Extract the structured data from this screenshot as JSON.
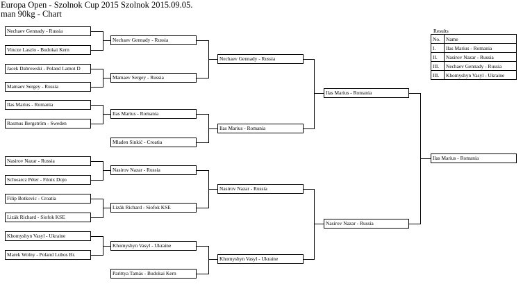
{
  "header": {
    "line1": "Europa Open - Szolnok Cup 2015 Szolnok 2015.09.05.",
    "line2": "man 90kg - Chart"
  },
  "round1": [
    "Nechaev Gennady - Russia",
    "Vincze Laszlo - Budokai Kern",
    "Jacek Dabrowski - Poland Lamot D",
    "Mamaev Sergey - Russia",
    "Ilas Marius - Romania",
    "Rasmus Bergström - Sweden",
    "Nasirov Nazar - Russia",
    "Schwarcz Péter - Fönix Dojo",
    "Filip Botkovic - Croatia",
    "Lizák Richard - Siofok KSE",
    "Khomyshyn Vasyl - Ukraine",
    "Marek Wolny - Poland Lubos Br."
  ],
  "round2": [
    "Nechaev Gennady - Russia",
    "Mamaev Sergey - Russia",
    "Ilas Marius - Romania",
    "Mladen Sinkić - Croatia",
    "Nasirov Nazar - Russia",
    "Lizák Richard - Siofok KSE",
    "Khomyshyn Vasyl - Ukraine",
    "Parittya Tamás - Budokai Kern"
  ],
  "round3": [
    "Nechaev Gennady - Russia",
    "Ilas Marius - Romania",
    "Nasirov Nazar - Russia",
    "Khomyshyn Vasyl - Ukraine"
  ],
  "round4": [
    "Ilas Marius - Romania",
    "Nasirov Nazar - Russia"
  ],
  "final": "Ilas Marius - Romania",
  "results": {
    "title": "Results",
    "header": {
      "place": "No.",
      "name": "Name"
    },
    "rows": [
      {
        "place": "I.",
        "name": "Ilas Marius - Romania"
      },
      {
        "place": "II.",
        "name": "Nasirov Nazar - Russia"
      },
      {
        "place": "III.",
        "name": "Nechaev Gennady - Russia"
      },
      {
        "place": "III.",
        "name": "Khomyshyn Vasyl - Ukraine"
      }
    ]
  }
}
